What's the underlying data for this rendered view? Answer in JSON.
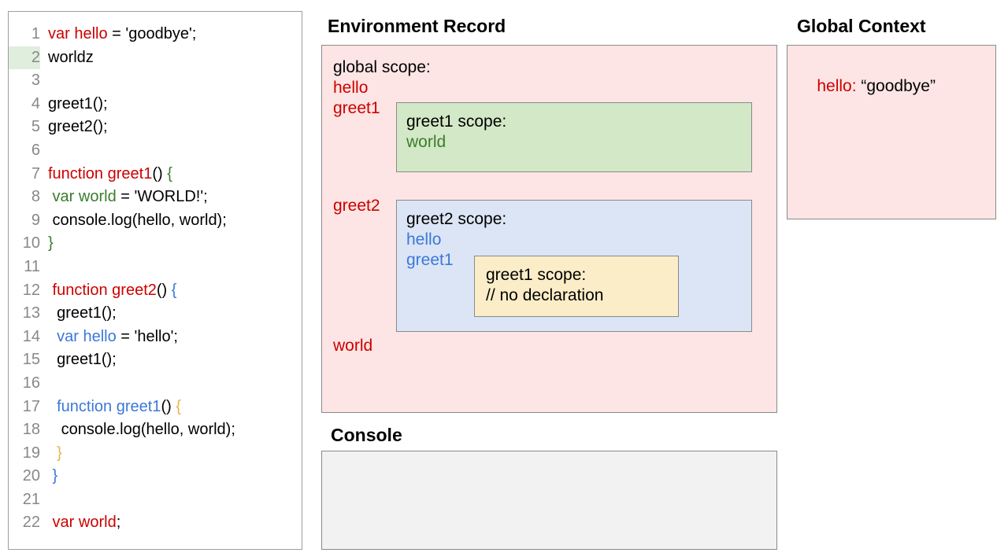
{
  "code_panel": {
    "name": "javascript-source",
    "highlighted_line": 2,
    "lines": [
      {
        "num": "1",
        "segments": [
          {
            "text": "var hello",
            "color": "red"
          },
          {
            "text": " = 'goodbye';",
            "color": "black"
          }
        ]
      },
      {
        "num": "2",
        "segments": [
          {
            "text": "worldz",
            "color": "black"
          }
        ]
      },
      {
        "num": "3",
        "segments": [
          {
            "text": "",
            "color": "black"
          }
        ]
      },
      {
        "num": "4",
        "segments": [
          {
            "text": "greet1();",
            "color": "black"
          }
        ]
      },
      {
        "num": "5",
        "segments": [
          {
            "text": "greet2();",
            "color": "black"
          }
        ]
      },
      {
        "num": "6",
        "segments": [
          {
            "text": "",
            "color": "black"
          }
        ]
      },
      {
        "num": "7",
        "segments": [
          {
            "text": "function greet1",
            "color": "red"
          },
          {
            "text": "() ",
            "color": "black"
          },
          {
            "text": "{",
            "color": "green"
          }
        ]
      },
      {
        "num": "8",
        "segments": [
          {
            "text": " var world",
            "color": "green"
          },
          {
            "text": " = 'WORLD!';",
            "color": "black"
          }
        ]
      },
      {
        "num": "9",
        "segments": [
          {
            "text": " console.log(hello, world);",
            "color": "black"
          }
        ]
      },
      {
        "num": "10",
        "segments": [
          {
            "text": "}",
            "color": "green"
          }
        ]
      },
      {
        "num": "11",
        "segments": [
          {
            "text": "",
            "color": "black"
          }
        ]
      },
      {
        "num": "12",
        "segments": [
          {
            "text": " function greet2",
            "color": "red"
          },
          {
            "text": "() ",
            "color": "black"
          },
          {
            "text": "{",
            "color": "blue"
          }
        ]
      },
      {
        "num": "13",
        "segments": [
          {
            "text": "  greet1();",
            "color": "black"
          }
        ]
      },
      {
        "num": "14",
        "segments": [
          {
            "text": "  var hello",
            "color": "blue"
          },
          {
            "text": " = 'hello';",
            "color": "black"
          }
        ]
      },
      {
        "num": "15",
        "segments": [
          {
            "text": "  greet1();",
            "color": "black"
          }
        ]
      },
      {
        "num": "16",
        "segments": [
          {
            "text": "",
            "color": "black"
          }
        ]
      },
      {
        "num": "17",
        "segments": [
          {
            "text": "  function greet1",
            "color": "blue"
          },
          {
            "text": "() ",
            "color": "black"
          },
          {
            "text": "{",
            "color": "orange"
          }
        ]
      },
      {
        "num": "18",
        "segments": [
          {
            "text": "   console.log(hello, world);",
            "color": "black"
          }
        ]
      },
      {
        "num": "19",
        "segments": [
          {
            "text": "  }",
            "color": "orange"
          }
        ]
      },
      {
        "num": "20",
        "segments": [
          {
            "text": " }",
            "color": "blue"
          }
        ]
      },
      {
        "num": "21",
        "segments": [
          {
            "text": "",
            "color": "black"
          }
        ]
      },
      {
        "num": "22",
        "segments": [
          {
            "text": " var world",
            "color": "red"
          },
          {
            "text": ";",
            "color": "black"
          }
        ]
      }
    ]
  },
  "environment_record": {
    "title": "Environment Record",
    "global_scope": {
      "label": "global scope:",
      "bindings": [
        "hello",
        "greet1",
        "greet2",
        "world"
      ]
    },
    "greet1_scope": {
      "label": "greet1 scope:",
      "bindings": [
        "world"
      ]
    },
    "greet2_scope": {
      "label": "greet2 scope:",
      "bindings": [
        "hello",
        "greet1"
      ]
    },
    "nested_greet1_scope": {
      "label": "greet1 scope:",
      "note": "// no declaration"
    }
  },
  "console": {
    "title": "Console",
    "output": ""
  },
  "global_context": {
    "title": "Global Context",
    "entries": [
      {
        "key": "hello:",
        "value": " “goodbye”"
      }
    ]
  },
  "colors": {
    "global_scope_fill": "#fce5e4",
    "greet1_scope_fill": "#d3e8c6",
    "greet2_scope_fill": "#dbe5f5",
    "nested_greet1_fill": "#fbedc7",
    "console_fill": "#f2f2f2",
    "border": "#8a8a8a",
    "keyword_red": "#cc0000",
    "keyword_green": "#3a7d2c",
    "keyword_blue": "#3c78d8",
    "keyword_orange": "#e8b44b",
    "line_highlight": "#dfeedd"
  }
}
